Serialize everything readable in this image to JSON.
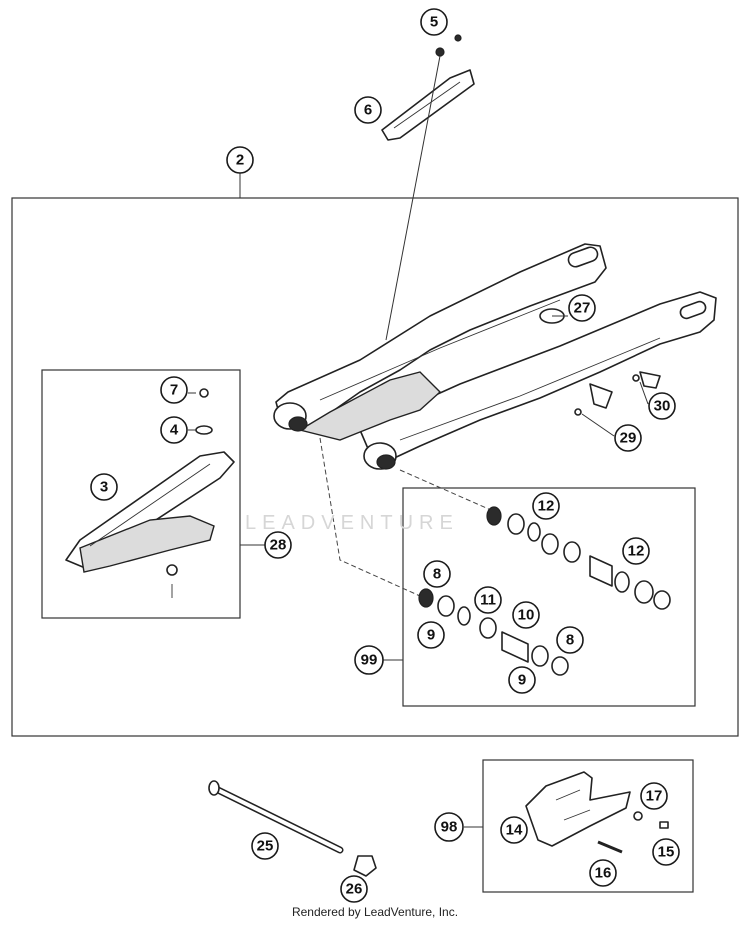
{
  "footer": "Rendered by LeadVenture, Inc.",
  "watermark": "LEADVENTURE",
  "callouts": {
    "c2": "2",
    "c3": "3",
    "c4": "4",
    "c5": "5",
    "c6": "6",
    "c7": "7",
    "c8a": "8",
    "c8b": "8",
    "c9a": "9",
    "c9b": "9",
    "c10": "10",
    "c11": "11",
    "c12a": "12",
    "c12b": "12",
    "c14": "14",
    "c15": "15",
    "c16": "16",
    "c17": "17",
    "c25": "25",
    "c26": "26",
    "c27": "27",
    "c28": "28",
    "c29": "29",
    "c30": "30",
    "c98": "98",
    "c99": "99"
  },
  "colors": {
    "line": "#222222",
    "background": "#ffffff",
    "watermark": "#d6d6d6"
  }
}
